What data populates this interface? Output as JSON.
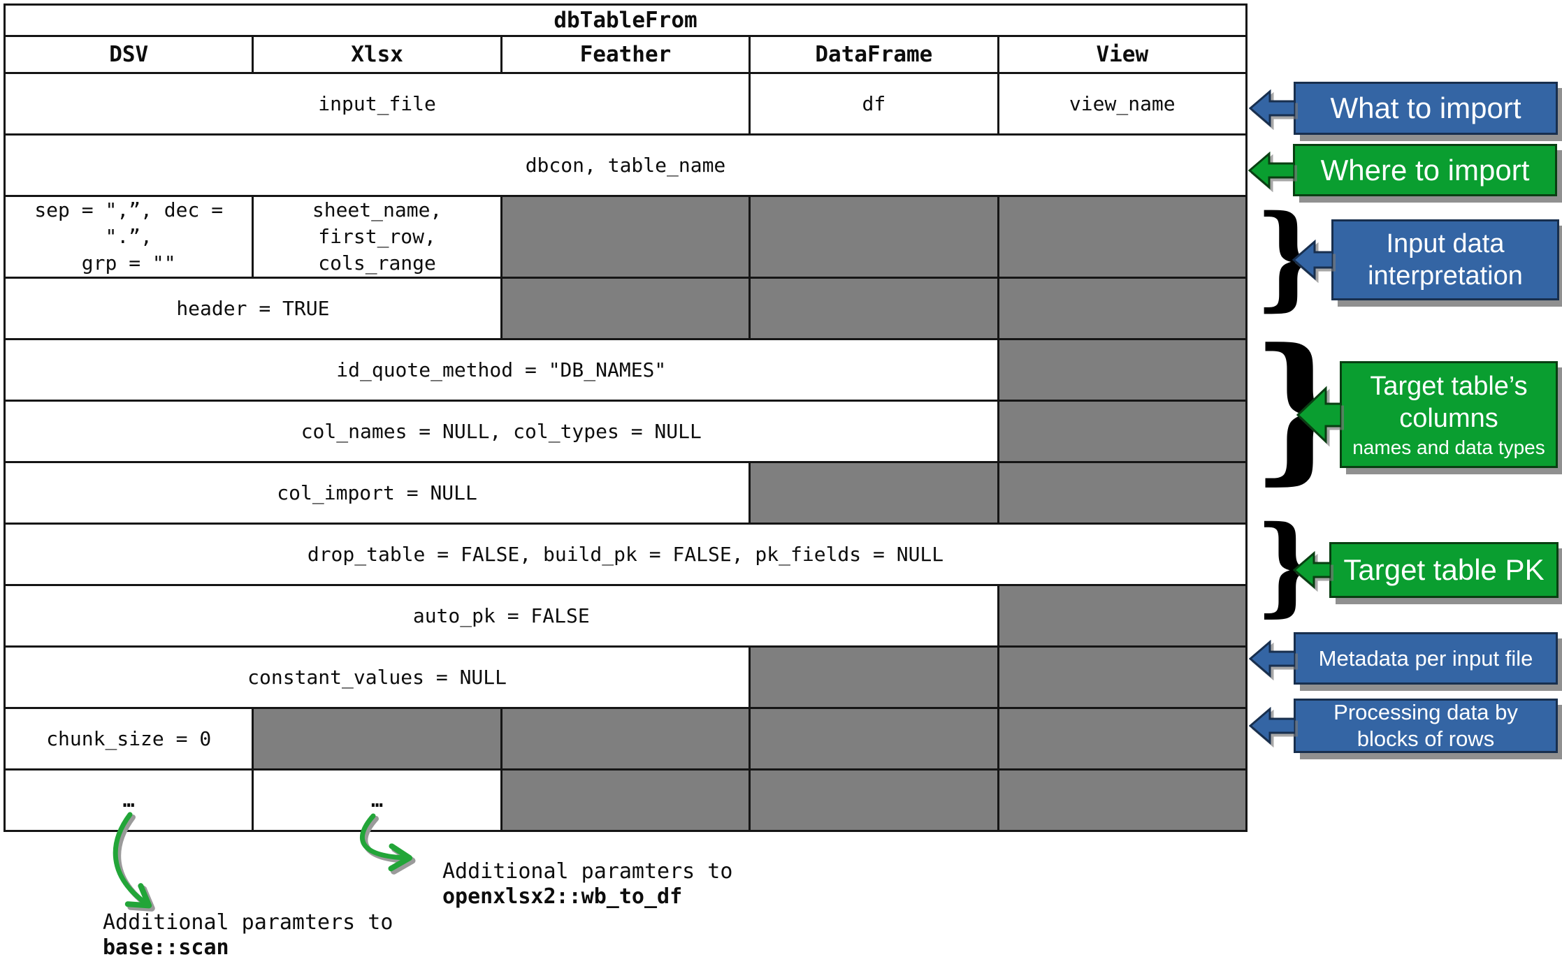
{
  "table": {
    "title": "dbTableFrom",
    "columns": [
      "DSV",
      "Xlsx",
      "Feather",
      "DataFrame",
      "View"
    ],
    "rows": [
      {
        "cells": [
          {
            "text": "input_file",
            "span": 3
          },
          {
            "text": "df",
            "span": 1
          },
          {
            "text": "view_name",
            "span": 1
          }
        ]
      },
      {
        "cells": [
          {
            "text": "dbcon, table_name",
            "span": 5
          }
        ]
      },
      {
        "cells": [
          {
            "text": "sep = \",”, dec = \".”,\ngrp = \"\"",
            "span": 1
          },
          {
            "text": "sheet_name, first_row,\ncols_range",
            "span": 1
          },
          {
            "gray": true
          },
          {
            "gray": true
          },
          {
            "gray": true
          }
        ]
      },
      {
        "cells": [
          {
            "text": "header = TRUE",
            "span": 2
          },
          {
            "gray": true
          },
          {
            "gray": true
          },
          {
            "gray": true
          }
        ]
      },
      {
        "cells": [
          {
            "text": "id_quote_method = \"DB_NAMES\"",
            "span": 4
          },
          {
            "gray": true
          }
        ]
      },
      {
        "cells": [
          {
            "text": "col_names = NULL, col_types = NULL",
            "span": 4
          },
          {
            "gray": true
          }
        ]
      },
      {
        "cells": [
          {
            "text": "col_import = NULL",
            "span": 3
          },
          {
            "gray": true
          },
          {
            "gray": true
          }
        ]
      },
      {
        "cells": [
          {
            "text": "drop_table = FALSE, build_pk = FALSE, pk_fields = NULL",
            "span": 5
          }
        ]
      },
      {
        "cells": [
          {
            "text": "auto_pk = FALSE",
            "span": 4
          },
          {
            "gray": true
          }
        ]
      },
      {
        "cells": [
          {
            "text": "constant_values = NULL",
            "span": 3
          },
          {
            "gray": true
          },
          {
            "gray": true
          }
        ]
      },
      {
        "cells": [
          {
            "text": "chunk_size = 0",
            "span": 1
          },
          {
            "gray": true
          },
          {
            "gray": true
          },
          {
            "gray": true
          },
          {
            "gray": true
          }
        ]
      },
      {
        "cells": [
          {
            "text": "…",
            "span": 1,
            "dots": true
          },
          {
            "text": "…",
            "span": 1,
            "dots": true
          },
          {
            "gray": true
          },
          {
            "gray": true
          },
          {
            "gray": true
          }
        ]
      }
    ]
  },
  "callouts": {
    "what": {
      "label": "What to import",
      "color": "blue"
    },
    "where": {
      "label": "Where to import",
      "color": "green"
    },
    "input": {
      "label": "Input data\ninterpretation",
      "color": "blue"
    },
    "columns": {
      "label": "Target table’s\ncolumns",
      "sublabel": "names and data types",
      "color": "green"
    },
    "pk": {
      "label": "Target table PK",
      "color": "green"
    },
    "metadata": {
      "label": "Metadata per input file",
      "color": "blue"
    },
    "processing": {
      "label": "Processing data by\nblocks of rows",
      "color": "blue"
    }
  },
  "footnotes": {
    "dsv": {
      "line1": "Additional paramters to",
      "line2": "base::scan"
    },
    "xlsx": {
      "line1": "Additional paramters to",
      "line2": "openxlsx2::wb_to_df"
    }
  },
  "icons": {
    "brace_glyph": "}"
  },
  "colors": {
    "callout_blue": "#3465a4",
    "callout_green": "#0a9e30",
    "disabled_cell_gray": "#7f7f7f",
    "arrow_green": "#22a538"
  }
}
